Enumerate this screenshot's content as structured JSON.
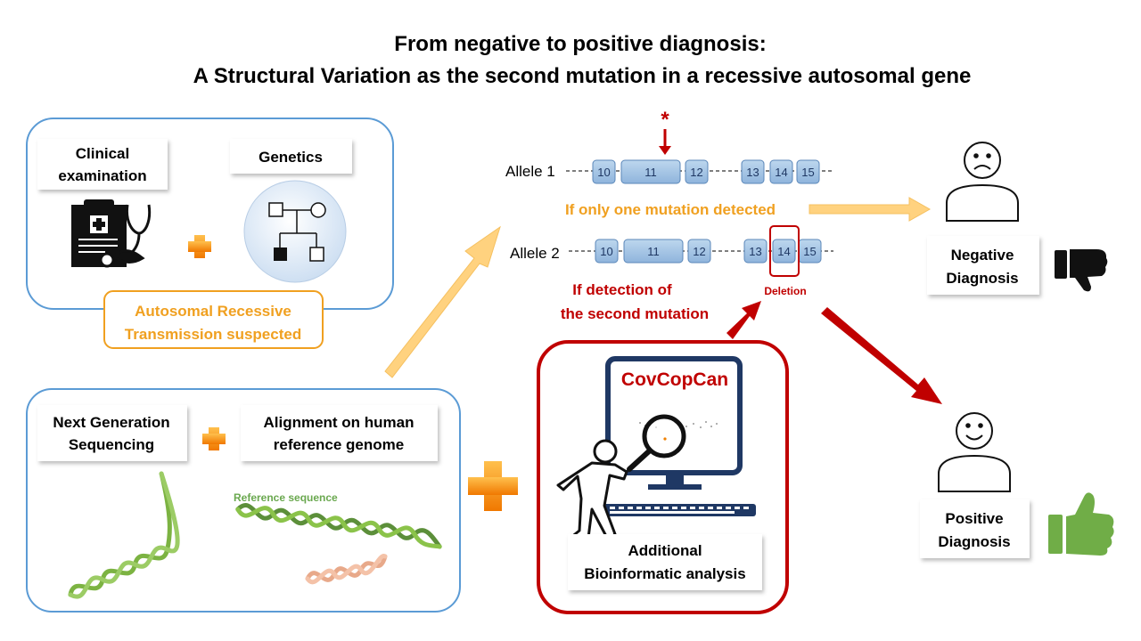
{
  "title": {
    "line1": "From negative to positive diagnosis:",
    "line2": "A Structural Variation as the second mutation in a recessive autosomal gene"
  },
  "clinical_panel": {
    "clinical_line1": "Clinical",
    "clinical_line2": "examination",
    "genetics": "Genetics",
    "transmission_line1": "Autosomal  Recessive",
    "transmission_line2": "Transmission  suspected"
  },
  "sequencing_panel": {
    "ngs_line1": "Next Generation",
    "ngs_line2": "Sequencing",
    "align_line1": "Alignment on human",
    "align_line2": "reference genome",
    "reference_label": "Reference sequence"
  },
  "alleles": {
    "allele1_label": "Allele 1",
    "allele2_label": "Allele 2",
    "allele1_exons": [
      "10",
      "11",
      "12",
      "13",
      "14",
      "15"
    ],
    "allele2_exons": [
      "10",
      "11",
      "12",
      "13",
      "14",
      "15"
    ],
    "mutation_marker": "*",
    "one_mutation": "If only one mutation detected",
    "second_line1": "If detection of",
    "second_line2": "the second mutation",
    "deletion_label": "Deletion"
  },
  "analysis": {
    "tool_name": "CovCopCan",
    "label_line1": "Additional",
    "label_line2": "Bioinformatic  analysis"
  },
  "outcomes": {
    "negative_line1": "Negative",
    "negative_line2": "Diagnosis",
    "positive_line1": "Positive",
    "positive_line2": "Diagnosis"
  },
  "colors": {
    "panel_border": "#5b9bd5",
    "orange_text": "#f0a020",
    "dark_red": "#c00000",
    "exon_fill": "#9dc3e6",
    "thumb_up": "#70ad47"
  },
  "icons": [
    "clipboard-icon",
    "stethoscope-icon",
    "pedigree-icon",
    "dna-icon",
    "magnifier-icon",
    "computer-icon",
    "person-icon",
    "sad-face-icon",
    "smiley-face-icon",
    "thumbs-down-icon",
    "thumbs-up-icon",
    "plus-icon"
  ]
}
